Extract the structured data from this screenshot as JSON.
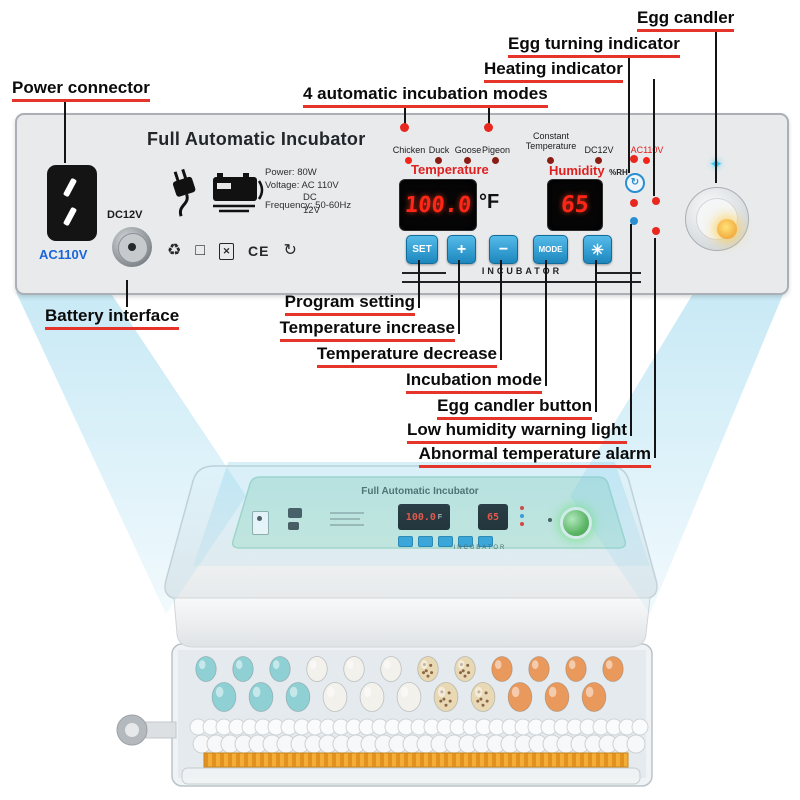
{
  "callouts": {
    "power_connector": "Power connector",
    "battery_interface": "Battery interface",
    "incubation_modes": "4 automatic incubation modes",
    "heating_indicator": "Heating indicator",
    "egg_turning_indicator": "Egg turning indicator",
    "egg_candler": "Egg candler",
    "program_setting": "Program setting",
    "temperature_increase": "Temperature increase",
    "temperature_decrease": "Temperature decrease",
    "incubation_mode": "Incubation mode",
    "egg_candler_button": "Egg candler button",
    "low_humidity_warning": "Low humidity warning light",
    "abnormal_temperature_alarm": "Abnormal temperature alarm"
  },
  "panel": {
    "title": "Full Automatic Incubator",
    "ac_label": "AC110V",
    "dc_label": "DC12V",
    "specs": [
      "Power: 80W",
      "Voltage: AC 110V",
      "DC 12V",
      "Frequency: 50-60Hz"
    ],
    "cert_ce": "CE",
    "modes": [
      "Chicken",
      "Duck",
      "Goose",
      "Pigeon",
      "Constant Temperature",
      "DC12V",
      "AC110V"
    ],
    "temperature_label": "Temperature",
    "humidity_label": "Humidity",
    "humidity_unit": "%RH",
    "temp_value": "100.0",
    "temp_unit": "°F",
    "humidity_value": "65",
    "buttons": {
      "set": "SET",
      "plus": "+",
      "minus": "−",
      "mode": "MODE",
      "candler": "✳"
    },
    "incubator_label": "INCUBATOR"
  },
  "icons": {
    "sparkle": "✦",
    "recycle": "♻",
    "square": "□",
    "cross": "✕",
    "rotate": "↻"
  },
  "product": {
    "title": "Full Automatic Incubator",
    "temp_value": "100.0",
    "temp_unit": "F",
    "humidity_value": "65",
    "incubator_label": "INCUBATOR",
    "egg_columns": [
      "#8fd0d4",
      "#8fd0d4",
      "#8fd0d4",
      "#f3f1ec",
      "#f3f1ec",
      "#f3f1ec",
      "quail",
      "quail",
      "#e9995b",
      "#e9995b",
      "#e9995b",
      "#e9995b"
    ]
  },
  "colors": {
    "accent_red": "#e5352b",
    "display_red": "#ff2617",
    "button_blue": "#1d87be",
    "ac_blue": "#1a66d9",
    "mint": "#cdeadd",
    "beam": "#7ccbe8"
  }
}
